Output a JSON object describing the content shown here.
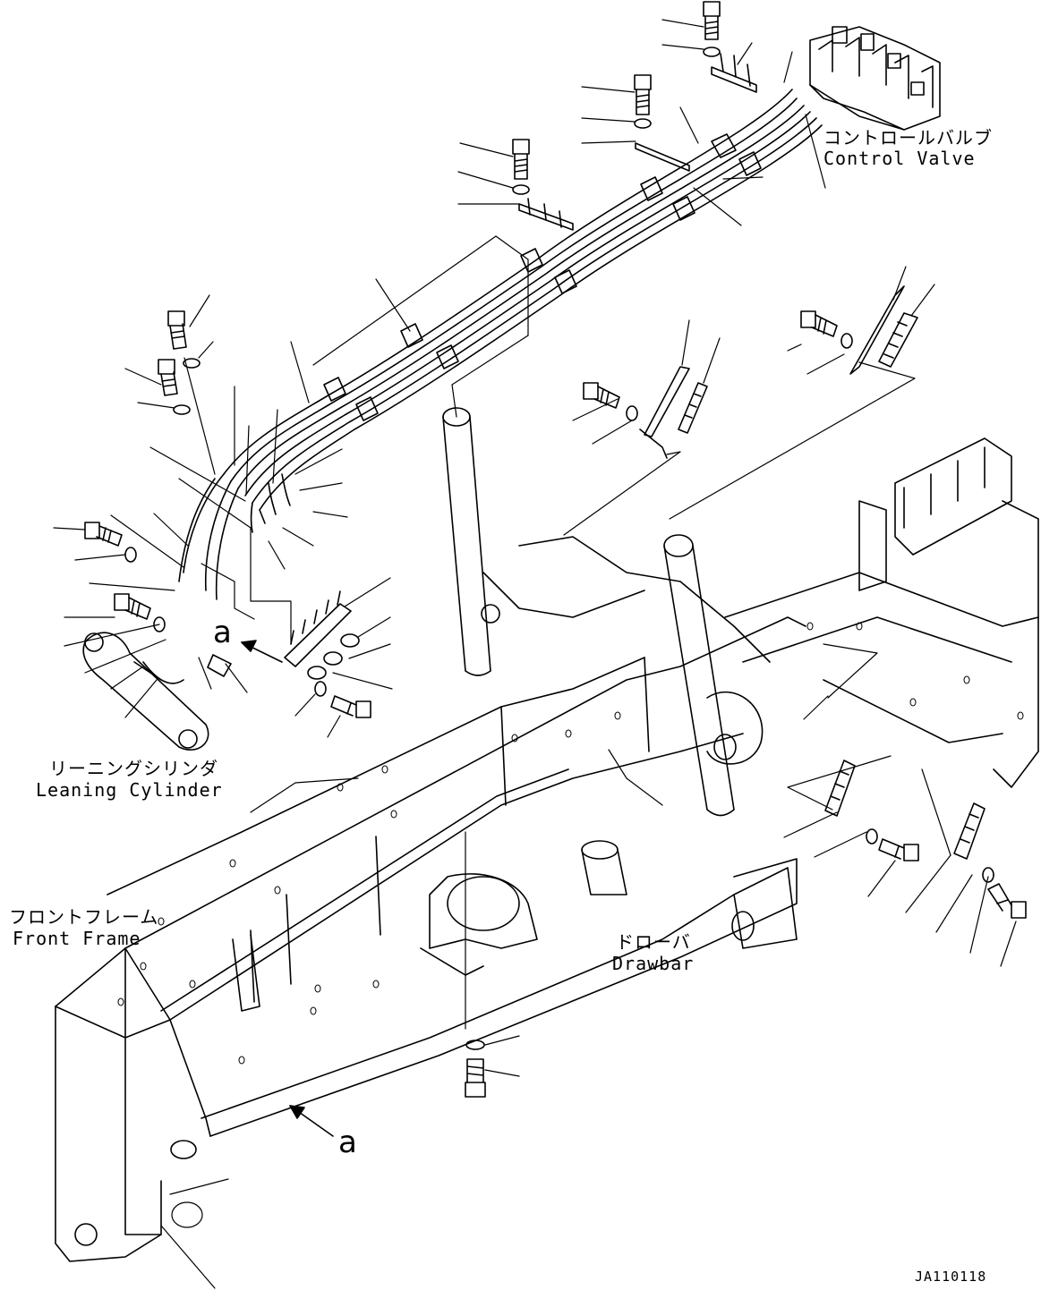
{
  "labels": {
    "control_valve_jp": "コントロールバルブ",
    "control_valve_en": "Control Valve",
    "leaning_cylinder_jp": "リーニングシリンダ",
    "leaning_cylinder_en": "Leaning Cylinder",
    "front_frame_jp": "フロントフレーム",
    "front_frame_en": "Front Frame",
    "drawbar_jp": "ドローバ",
    "drawbar_en": "Drawbar",
    "view_marker_upper": "a",
    "view_marker_lower": "a",
    "drawing_code": "JA110118"
  }
}
